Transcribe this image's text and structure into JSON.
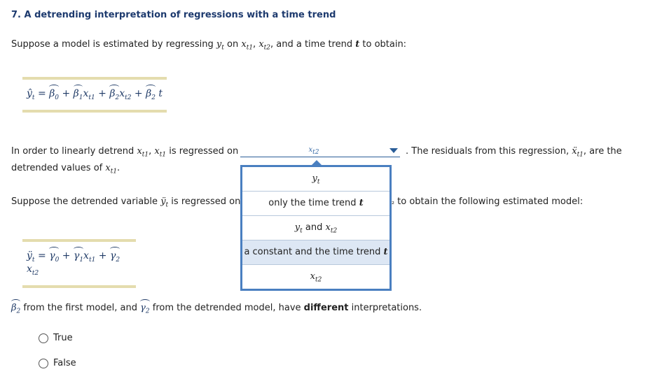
{
  "question": {
    "title": "7. A detrending interpretation of regressions with a time trend",
    "intro": {
      "a": "Suppose a model is estimated by regressing ",
      "v1": "y",
      "v1sub": "t",
      "b": " on ",
      "v2": "x",
      "v2sub": "t1",
      "c": ", ",
      "v3": "x",
      "v3sub": "t2",
      "d": ", and a time trend ",
      "v4": "t",
      "e": " to obtain:"
    },
    "eq1": {
      "yhat": "ŷ",
      "yhat_sub": "t",
      "eq": " = ",
      "b0": "β",
      "b0sub": "0",
      "p1": " + ",
      "b1": "β",
      "b1sub": "1",
      "x1": "x",
      "x1sub": "t1",
      "p2": " + ",
      "b2": "β",
      "b2sub": "2",
      "x2": "x",
      "x2sub": "t2",
      "p3": " + ",
      "b3": "β",
      "b3sub": "2",
      "tt": " t"
    },
    "detrend": {
      "a": "In order to linearly detrend ",
      "v1": "x",
      "v1sub": "t1",
      "b": ", ",
      "v2": "x",
      "v2sub": "t1",
      "c": " is regressed on",
      "after_a": ". The residuals from this regression, ",
      "v3": "ẍ",
      "v3sub": "t1",
      "after_b": ", are the",
      "line2a": "detrended values of ",
      "v4": "x",
      "v4sub": "t1",
      "line2b": "."
    },
    "dropdown": {
      "selected": "x",
      "selected_sub": "t2",
      "options": [
        {
          "pre": "y",
          "presub": "t",
          "text": ""
        },
        {
          "pre": "",
          "presub": "",
          "text": "only the time trend ",
          "post": "t"
        },
        {
          "pre": "y",
          "presub": "t",
          "text": " and ",
          "post": "x",
          "postsub": "t2"
        },
        {
          "pre": "",
          "presub": "",
          "text": "a constant and the time trend ",
          "post": "t"
        },
        {
          "pre": "x",
          "presub": "t2",
          "text": ""
        }
      ]
    },
    "second": {
      "a": "Suppose the detrended variable ",
      "v1": "ÿ",
      "v1sub": "t",
      "b": " is regressed on",
      "clip": "₂",
      "c": " to obtain the following estimated model:"
    },
    "eq2": {
      "yhat": "ÿ",
      "yhat_sub": "t",
      "eq": " = ",
      "g0": "γ",
      "g0sub": "0",
      "p1": " + ",
      "g1": "γ",
      "g1sub": "1",
      "x1": "x",
      "x1sub": "t1",
      "p2": " + ",
      "g2": "γ",
      "g2sub": "2",
      "x2": "x",
      "x2sub": "t2"
    },
    "statement": {
      "b": "β",
      "bsub": "2",
      "a": " from the first model, and ",
      "g": "γ",
      "gsub": "2",
      "c": " from the detrended model, have ",
      "bold": "different",
      "d": " interpretations."
    },
    "choices": [
      "True",
      "False"
    ]
  },
  "colors": {
    "title": "#1d3a6e",
    "equation": "#1f3a66",
    "equation_rule": "#e4dcae",
    "dropdown_border": "#4a7fc0",
    "highlight": "#dde7f4"
  }
}
